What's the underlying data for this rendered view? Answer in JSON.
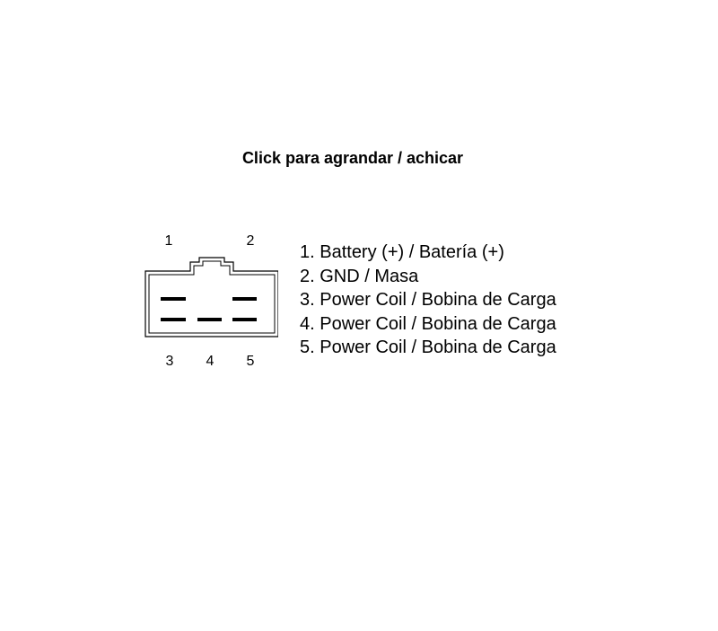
{
  "caption": "Click para agrandar / achicar",
  "connector": {
    "top_pin_labels": [
      "1",
      "2"
    ],
    "bottom_pin_labels": [
      "3",
      "4",
      "5"
    ]
  },
  "legend": [
    "1. Battery (+) / Batería (+)",
    "2. GND / Masa",
    "3. Power Coil / Bobina de Carga",
    "4. Power Coil / Bobina de Carga",
    "5. Power Coil / Bobina de Carga"
  ]
}
